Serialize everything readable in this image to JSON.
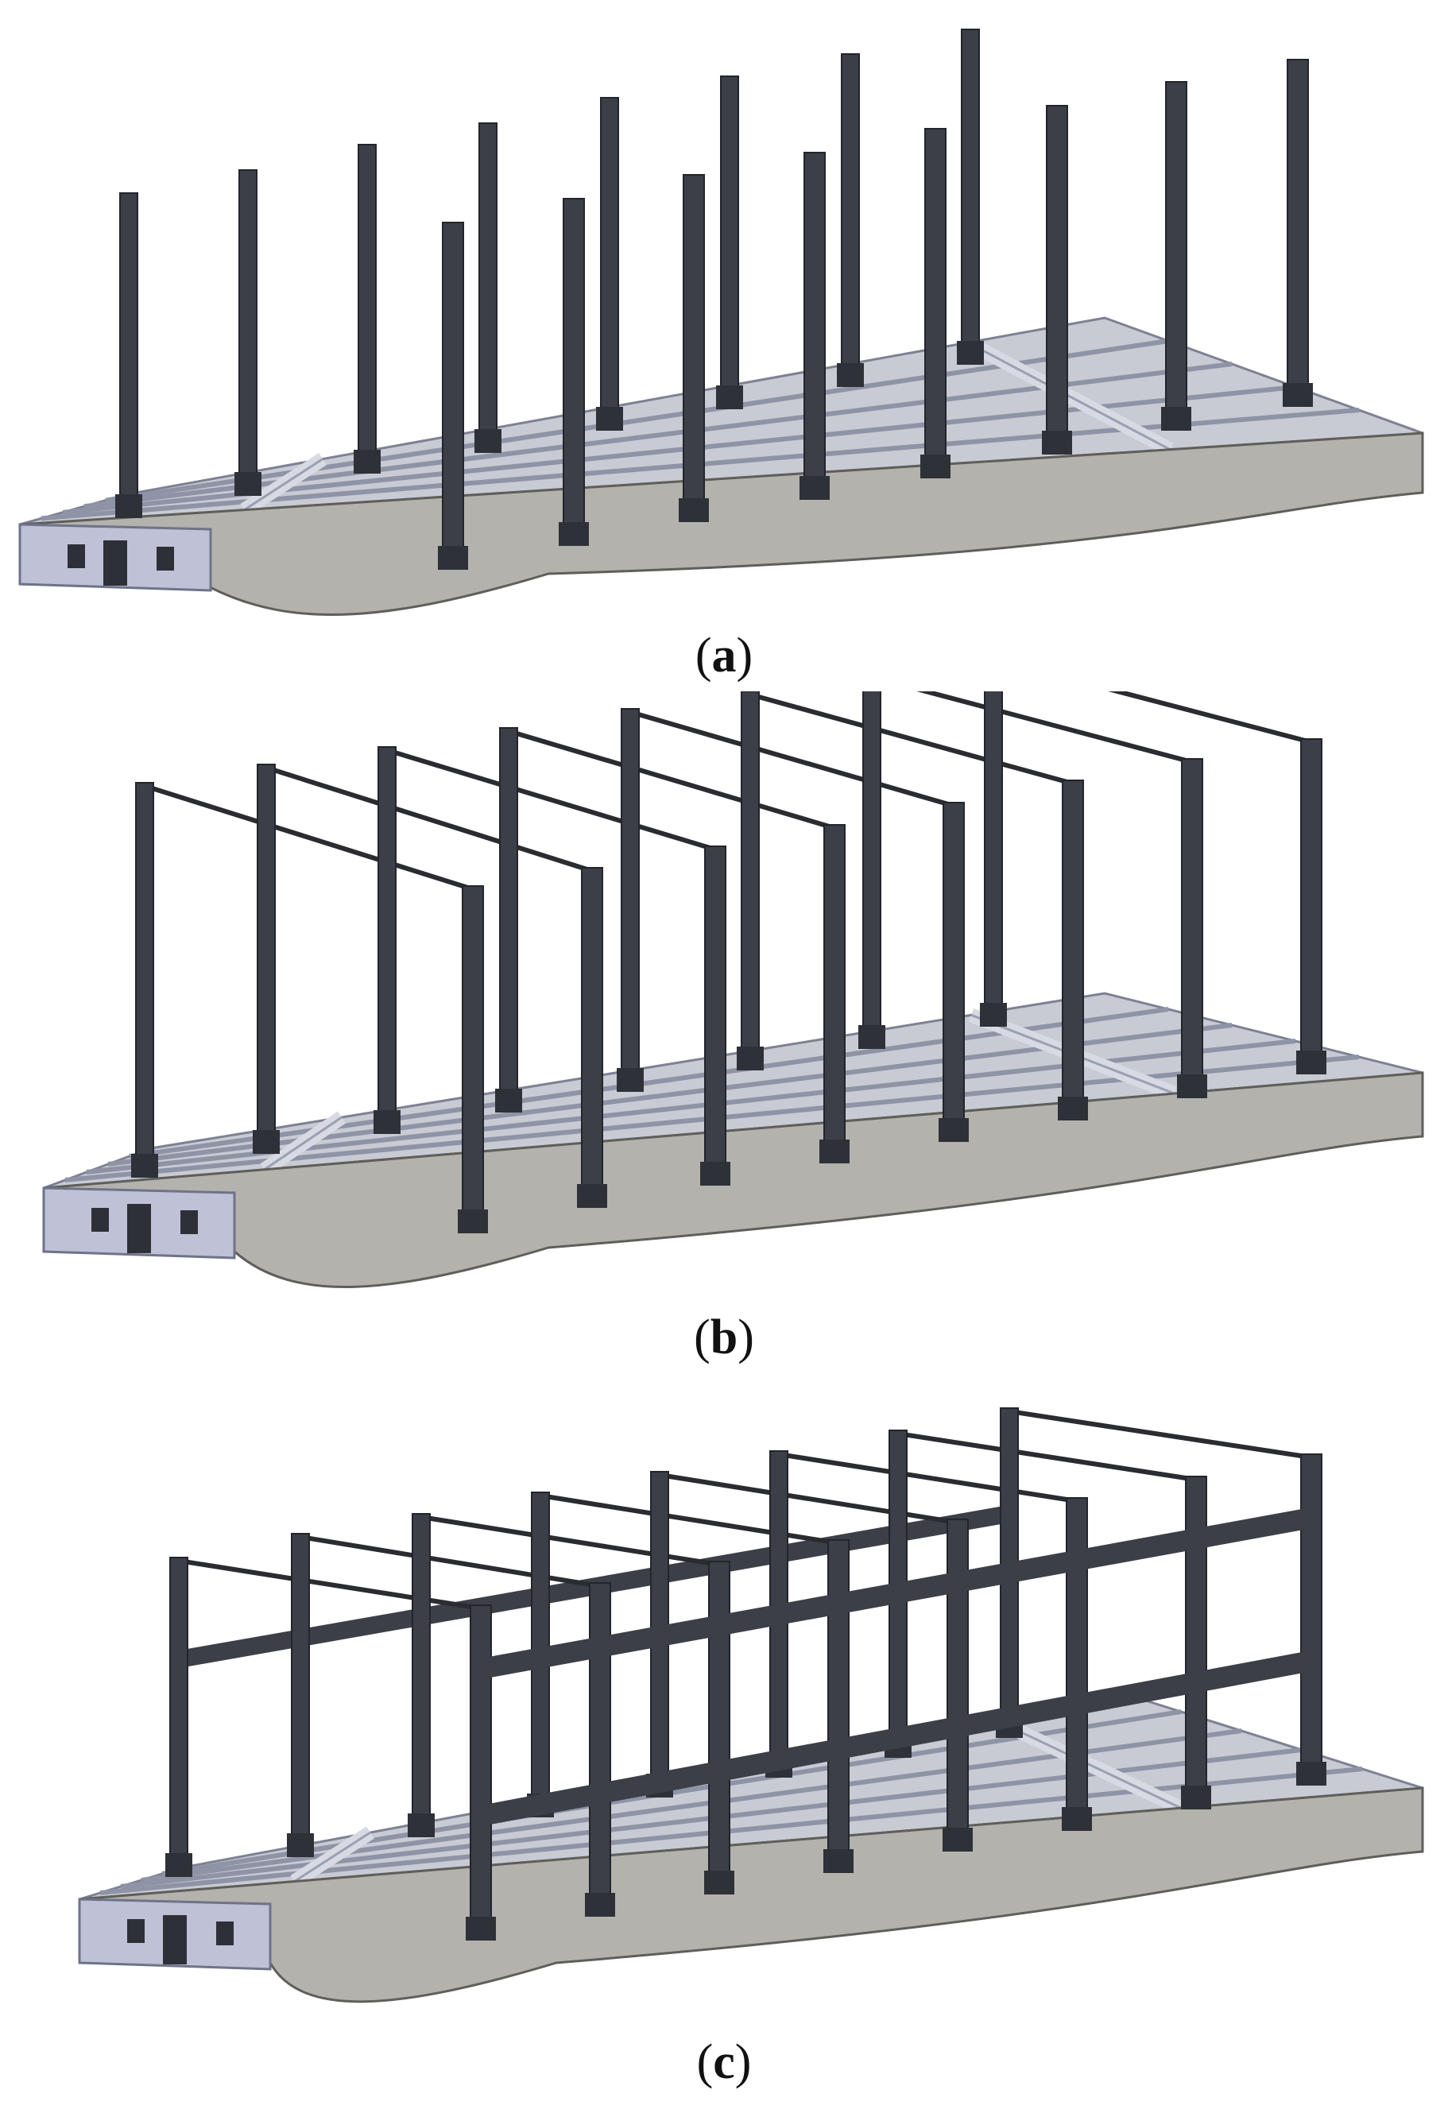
{
  "panels": [
    {
      "id": "a",
      "label_open": "(",
      "label_letter": "a",
      "label_close": ")",
      "stage": "columns"
    },
    {
      "id": "b",
      "label_open": "(",
      "label_letter": "b",
      "label_close": ")",
      "stage": "frames"
    },
    {
      "id": "c",
      "label_open": "(",
      "label_letter": "c",
      "label_close": ")",
      "stage": "frames-with-beams"
    }
  ],
  "colors": {
    "column": "#3c3f47",
    "column_edge": "#23252b",
    "deck_top": "#c9cbd4",
    "deck_rail": "#8e93a6",
    "slab_side": "#b4b2ad",
    "end_face": "#bfc2d6",
    "tie": "#2a2c31"
  }
}
